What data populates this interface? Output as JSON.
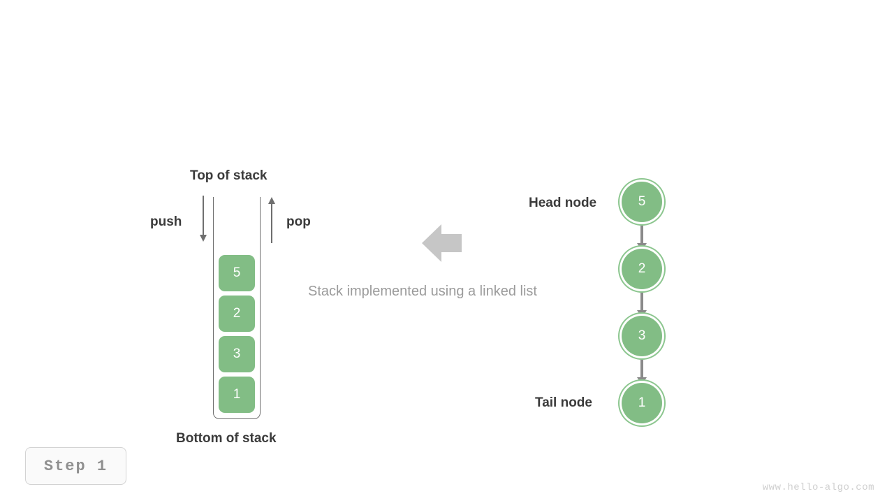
{
  "page": {
    "background_color": "#ffffff",
    "accent_green": "#82bd85",
    "node_ring_green": "#8cc68f",
    "arrow_gray": "#8a8a8a",
    "thin_arrow_gray": "#6f6f6f",
    "label_color": "#3b3b3b",
    "caption_color": "#9b9b9b",
    "watermark_text": "www.hello-algo.com"
  },
  "step_badge": {
    "label": "Step 1"
  },
  "center_caption": {
    "text": "Stack implemented using a linked list"
  },
  "stack": {
    "top_label": "Top of stack",
    "bottom_label": "Bottom of stack",
    "push_label": "push",
    "pop_label": "pop",
    "cells": [
      {
        "value": "5"
      },
      {
        "value": "2"
      },
      {
        "value": "3"
      },
      {
        "value": "1"
      }
    ]
  },
  "linked_list": {
    "head_label": "Head node",
    "tail_label": "Tail node",
    "nodes": [
      {
        "value": "5"
      },
      {
        "value": "2"
      },
      {
        "value": "3"
      },
      {
        "value": "1"
      }
    ]
  },
  "icons": {
    "push_arrow": "arrow-down-icon",
    "pop_arrow": "arrow-up-icon",
    "relation_arrow": "block-arrow-left-icon",
    "link_arrow": "arrow-down-icon"
  }
}
